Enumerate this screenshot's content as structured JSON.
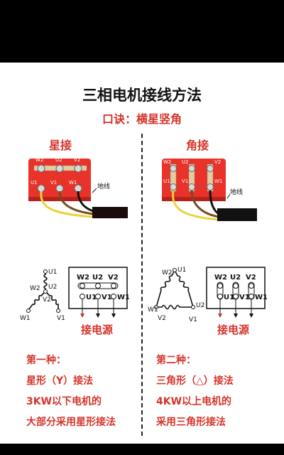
{
  "title": "三相电机接线方法",
  "subtitle": "口诀：横星竖角",
  "star": {
    "heading": "星接",
    "ground_label": "地线",
    "box_top": [
      "W2",
      "U2",
      "V2"
    ],
    "box_bottom": [
      "U1",
      "V1",
      "W1"
    ],
    "winding_labels": [
      "U1",
      "U2",
      "V2",
      "W2",
      "W1",
      "V1"
    ],
    "panel_top": [
      "W2",
      "U2",
      "V2"
    ],
    "panel_bottom": [
      "U1",
      "V1",
      "W1"
    ],
    "power_label": "接电源",
    "note": [
      "第一种：",
      "星形（Y）接法",
      "3KW以下电机的",
      "大部分采用星形接法"
    ]
  },
  "delta": {
    "heading": "角接",
    "ground_label": "地线",
    "box_top": [
      "W2",
      "U2",
      "V2"
    ],
    "box_bottom": [
      "U1",
      "V1",
      "W1"
    ],
    "winding_labels": [
      "U1",
      "W2",
      "W1",
      "V2",
      "V1",
      "U2"
    ],
    "panel_top": [
      "W2",
      "U2",
      "V2"
    ],
    "panel_bottom": [
      "U1",
      "V1",
      "W1"
    ],
    "power_label": "接电源",
    "note": [
      "第二种：",
      "三角形（△）接法",
      "4KW以上电机的",
      "采用三角形接法"
    ]
  },
  "colors": {
    "accent": "#d5342b",
    "terminal_block": "#e8322a",
    "jumper": "#e2cda3",
    "wire_yellow": "#e8d33a",
    "wire_brown": "#7a4a1e",
    "wire_black": "#111111"
  }
}
